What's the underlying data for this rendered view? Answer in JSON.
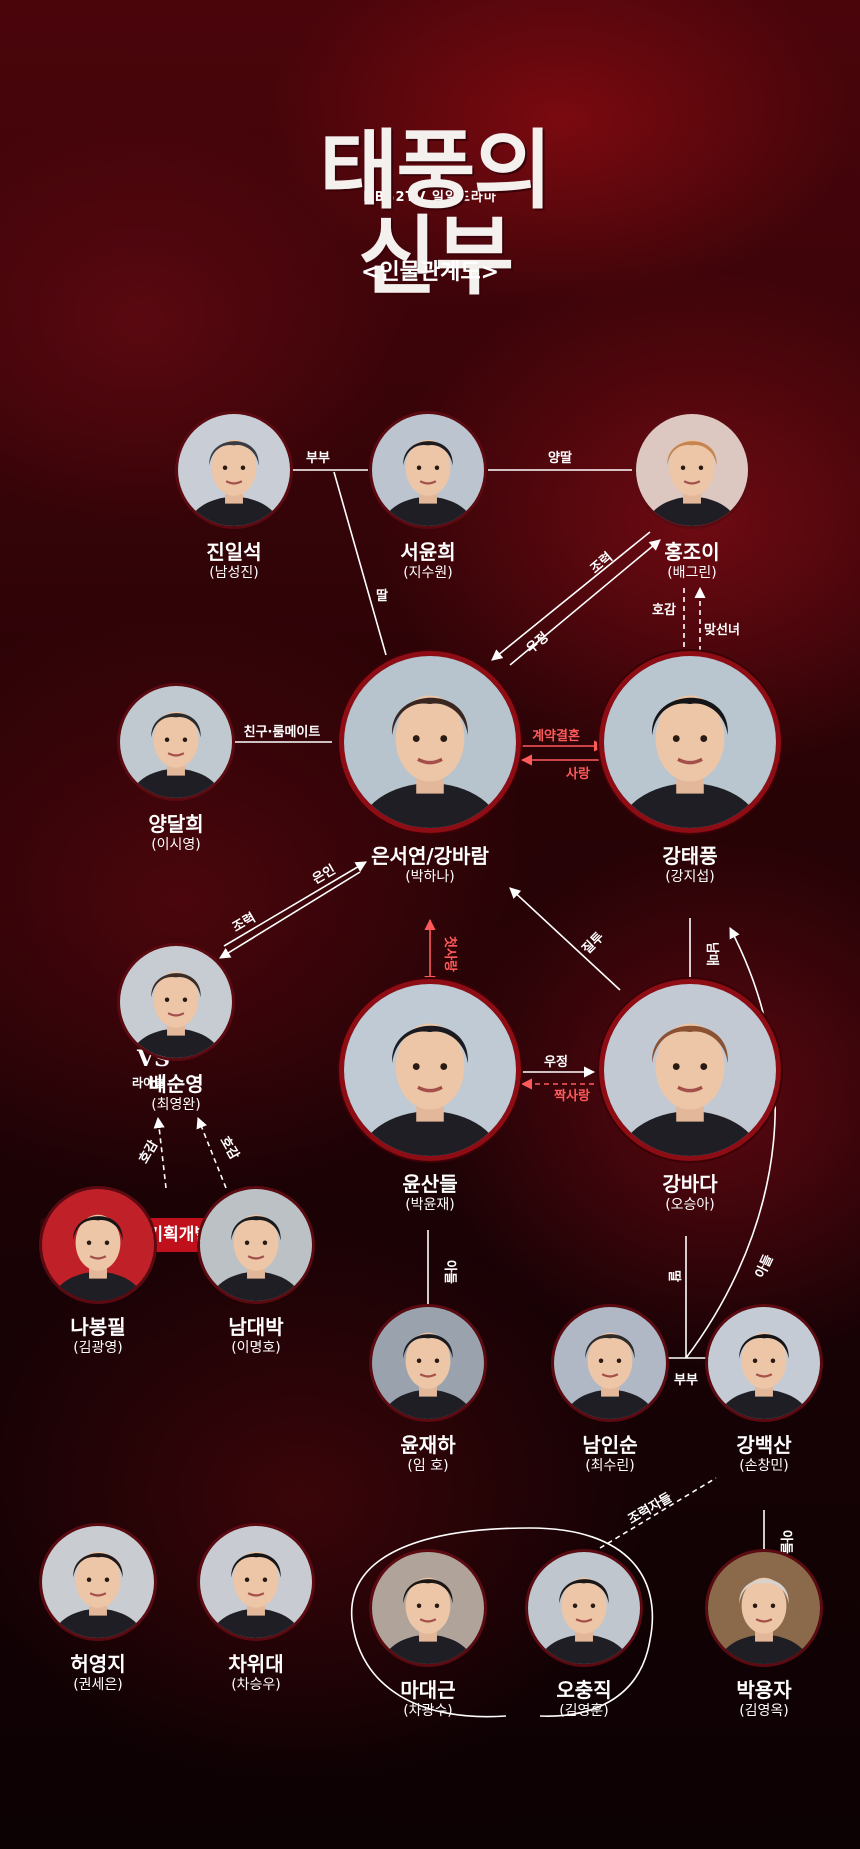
{
  "header": {
    "network": "KBS2TV 일일드라마",
    "title_line1": "태풍의",
    "title_line2": "신부",
    "subtitle": "<인물관계도>"
  },
  "colors": {
    "accent_red": "#c0101b",
    "relation_red": "#ff5a5a",
    "line_white": "#ffffff"
  },
  "people": {
    "jin_ilseok": {
      "name": "진일석",
      "actor": "(남성진)"
    },
    "seo_yunhee": {
      "name": "서윤희",
      "actor": "(지수원)"
    },
    "hong_joi": {
      "name": "홍조이",
      "actor": "(배그린)"
    },
    "yang_dalhee": {
      "name": "양달희",
      "actor": "(이시영)"
    },
    "eun_seoyeon": {
      "name": "은서연/강바람",
      "actor": "(박하나)"
    },
    "kang_taepung": {
      "name": "강태풍",
      "actor": "(강지섭)"
    },
    "bae_sunyoung": {
      "name": "배순영",
      "actor": "(최영완)"
    },
    "yun_sandeul": {
      "name": "윤산들",
      "actor": "(박윤재)"
    },
    "kang_bada": {
      "name": "강바다",
      "actor": "(오승아)"
    },
    "na_bongpil": {
      "name": "나봉필",
      "actor": "(김광영)"
    },
    "nam_daebak": {
      "name": "남대박",
      "actor": "(이명호)"
    },
    "yun_jaeha": {
      "name": "윤재하",
      "actor": "(임 호)"
    },
    "nam_insun": {
      "name": "남인순",
      "actor": "(최수린)"
    },
    "kang_baeksan": {
      "name": "강백산",
      "actor": "(손창민)"
    },
    "heo_youngji": {
      "name": "허영지",
      "actor": "(권세은)"
    },
    "cha_widae": {
      "name": "차위대",
      "actor": "(차승우)"
    },
    "ma_daegeun": {
      "name": "마대근",
      "actor": "(차광수)"
    },
    "oh_chungjik": {
      "name": "오충직",
      "actor": "(김영훈)"
    },
    "park_yongja": {
      "name": "박용자",
      "actor": "(김영옥)"
    }
  },
  "relations": {
    "bubu_top": "부부",
    "yangttal": "양딸",
    "ttal": "딸",
    "joryeok_hong": "조력",
    "ujeong_hong": "우정",
    "hogam": "호감",
    "matseonnyeo": "맞선녀",
    "friend_roommate": "친구·룸메이트",
    "contract_marriage": "계약결혼",
    "love": "사랑",
    "joryeok_bae": "조력",
    "eunin": "은인",
    "first_love": "첫사랑",
    "jealousy": "질투",
    "nammae": "남매",
    "ujeong_bada": "우정",
    "crush": "짝사랑",
    "hogam_left": "호감",
    "hogam_right": "호감",
    "vs": "VS",
    "rival": "라이벌",
    "adeul_yun": "아들",
    "ttal_bada": "딸",
    "adeul_tae": "아들",
    "bubu_bottom": "부부",
    "helpers": "조력자들",
    "adeul_park": "아들"
  },
  "team": {
    "label": "르블랑 기획개발 1팀"
  }
}
